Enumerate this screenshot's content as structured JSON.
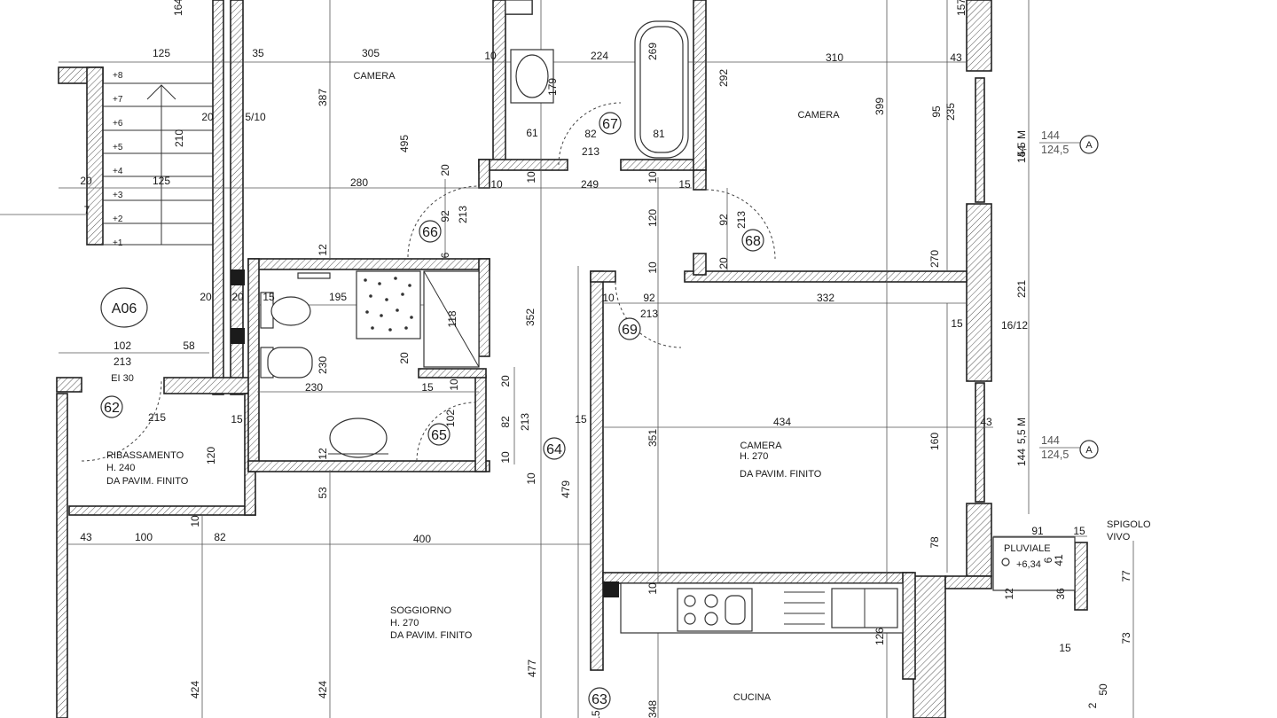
{
  "rooms": {
    "camera_top_left": "CAMERA",
    "camera_top_right": "CAMERA",
    "camera_mid": [
      "CAMERA",
      "H. 270",
      "DA PAVIM. FINITO"
    ],
    "soggiorno": [
      "SOGGIORNO",
      "H. 270",
      "DA PAVIM. FINITO"
    ],
    "ribassamento": [
      "RIBASSAMENTO",
      "H. 240",
      "DA PAVIM. FINITO"
    ],
    "cucina": "CUCINA",
    "pluviale": "PLUVIALE",
    "pluviale_level": "+6,34",
    "spigolo": [
      "SPIGOLO",
      "VIVO"
    ],
    "ei30": "EI 30"
  },
  "tags": {
    "a06": "A06",
    "n62": "62",
    "n63": "63",
    "n64": "64",
    "n65": "65",
    "n66": "66",
    "n67": "67",
    "n68": "68",
    "n69": "69",
    "grid_a": "A"
  },
  "stairs": [
    "+8",
    "+7",
    "+6",
    "+5",
    "+4",
    "+3",
    "+2",
    "+1"
  ],
  "windows": {
    "upper": [
      "5,5 M",
      "144",
      "124,5"
    ],
    "lower": [
      "5,5 M",
      "144",
      "124,5"
    ]
  },
  "dims": {
    "d164": "164",
    "d125a": "125",
    "d35": "35",
    "d305": "305",
    "d10a": "10",
    "d224": "224",
    "d269": "269",
    "d310": "310",
    "d43a": "43",
    "d157": "157",
    "d387": "387",
    "d495": "495",
    "d179": "179",
    "d61": "61",
    "d82a": "82",
    "d81": "81",
    "d213a": "213",
    "d292": "292",
    "d399": "399",
    "d95": "95",
    "d235": "235",
    "d144a": "144",
    "d20a": "20",
    "d510": "5/10",
    "d210": "210",
    "d20b": "20",
    "d125b": "125",
    "d280": "280",
    "d20c": "20",
    "d10b": "10",
    "d10c": "10",
    "d249": "249",
    "d10d": "10",
    "d15a": "15",
    "d7": "7",
    "d92a": "92",
    "d213b": "213",
    "d120a": "120",
    "d92b": "92",
    "d213c": "213",
    "d6": "6",
    "d12a": "12",
    "d20d": "20",
    "d270a": "270",
    "d10e": "10",
    "d221": "221",
    "d20e": "20",
    "d20f": "20",
    "d15b": "15",
    "d195": "195",
    "d118": "118",
    "d352": "352",
    "d10f": "10",
    "d92c": "92",
    "d332": "332",
    "d213d": "213",
    "d15c": "15",
    "d1612": "16/12",
    "d102a": "102",
    "d58": "58",
    "d213e": "213",
    "d230a": "230",
    "d20g": "20",
    "d230b": "230",
    "d15d": "15",
    "d10g": "10",
    "d20h": "20",
    "d82b": "82",
    "d213f": "213",
    "d102b": "102",
    "d215": "215",
    "d15e": "15",
    "d15f": "15",
    "d434": "434",
    "d43b": "43",
    "d144b": "144",
    "d120b": "120",
    "d12b": "12",
    "d10h": "10",
    "d351": "351",
    "d160": "160",
    "d53": "53",
    "d10i": "10",
    "d479": "479",
    "d43c": "43",
    "d100": "100",
    "d10j": "10",
    "d82c": "82",
    "d400": "400",
    "d91": "91",
    "d15g": "15",
    "d78": "78",
    "d6b": "6",
    "d41": "41",
    "d77": "77",
    "d12c": "12",
    "d36": "36",
    "d10k": "10",
    "d73": "73",
    "d15h": "15",
    "d126": "126",
    "d424a": "424",
    "d424b": "424",
    "d477": "477",
    "d15i": "15",
    "d348": "348",
    "d50": "50",
    "d2": "2"
  }
}
